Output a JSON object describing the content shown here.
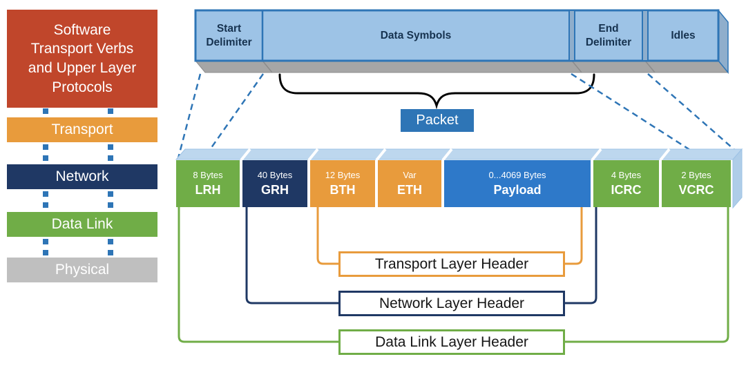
{
  "left_stack": {
    "connector_color": "#2E75B6",
    "items": [
      {
        "label": "Software Transport Verbs and Upper Layer Protocols",
        "lines": [
          "Software",
          "Transport Verbs",
          "and Upper Layer",
          "Protocols"
        ],
        "color": "#C0462B"
      },
      {
        "label": "Transport",
        "color": "#E89B3C"
      },
      {
        "label": "Network",
        "color": "#1F3864"
      },
      {
        "label": "Data Link",
        "color": "#70AD47"
      },
      {
        "label": "Physical",
        "color": "#BFBFBF"
      }
    ]
  },
  "symbol_bar": {
    "fill": "#9DC3E6",
    "border": "#2E75B6",
    "segments": [
      {
        "label": "Start Delimiter"
      },
      {
        "label": "Data Symbols"
      },
      {
        "label": "End Delimiter"
      },
      {
        "label": "Idles"
      }
    ]
  },
  "packet": {
    "label": "Packet",
    "fill": "#2E75B6"
  },
  "fields": [
    {
      "size": "8 Bytes",
      "name": "LRH",
      "color": "#70AD47"
    },
    {
      "size": "40 Bytes",
      "name": "GRH",
      "color": "#1F3864"
    },
    {
      "size": "12 Bytes",
      "name": "BTH",
      "color": "#E89B3C"
    },
    {
      "size": "Var",
      "name": "ETH",
      "color": "#E89B3C"
    },
    {
      "size": "0...4069 Bytes",
      "name": "Payload",
      "color": "#2E79C9"
    },
    {
      "size": "4 Bytes",
      "name": "ICRC",
      "color": "#70AD47"
    },
    {
      "size": "2 Bytes",
      "name": "VCRC",
      "color": "#70AD47"
    }
  ],
  "callouts": [
    {
      "label": "Transport Layer Header",
      "color": "#E89B3C"
    },
    {
      "label": "Network Layer Header",
      "color": "#1F3864"
    },
    {
      "label": "Data Link Layer Header",
      "color": "#70AD47"
    }
  ]
}
